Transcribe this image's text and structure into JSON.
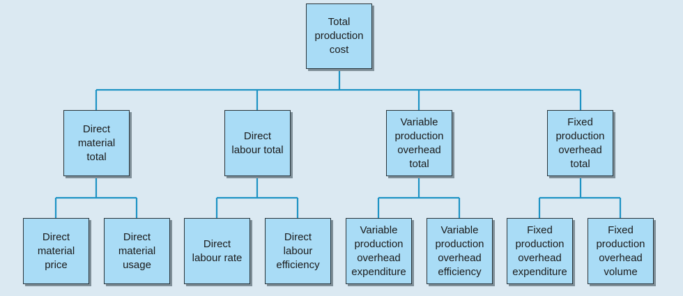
{
  "diagram": {
    "root": {
      "label": "Total production cost"
    },
    "variances": [
      {
        "label": "Direct material total",
        "children": [
          {
            "label": "Direct material price"
          },
          {
            "label": "Direct material usage"
          }
        ]
      },
      {
        "label": "Direct labour total",
        "children": [
          {
            "label": "Direct labour rate"
          },
          {
            "label": "Direct labour efficiency"
          }
        ]
      },
      {
        "label": "Variable production overhead total",
        "children": [
          {
            "label": "Variable production overhead expenditure"
          },
          {
            "label": "Variable production overhead efficiency"
          }
        ]
      },
      {
        "label": "Fixed production overhead total",
        "children": [
          {
            "label": "Fixed production overhead expenditure"
          },
          {
            "label": "Fixed production overhead volume"
          }
        ]
      }
    ]
  },
  "colors": {
    "background": "#dbe9f2",
    "box_fill": "#a9dcf6",
    "box_border": "#263238",
    "connector": "#1d93c4"
  }
}
